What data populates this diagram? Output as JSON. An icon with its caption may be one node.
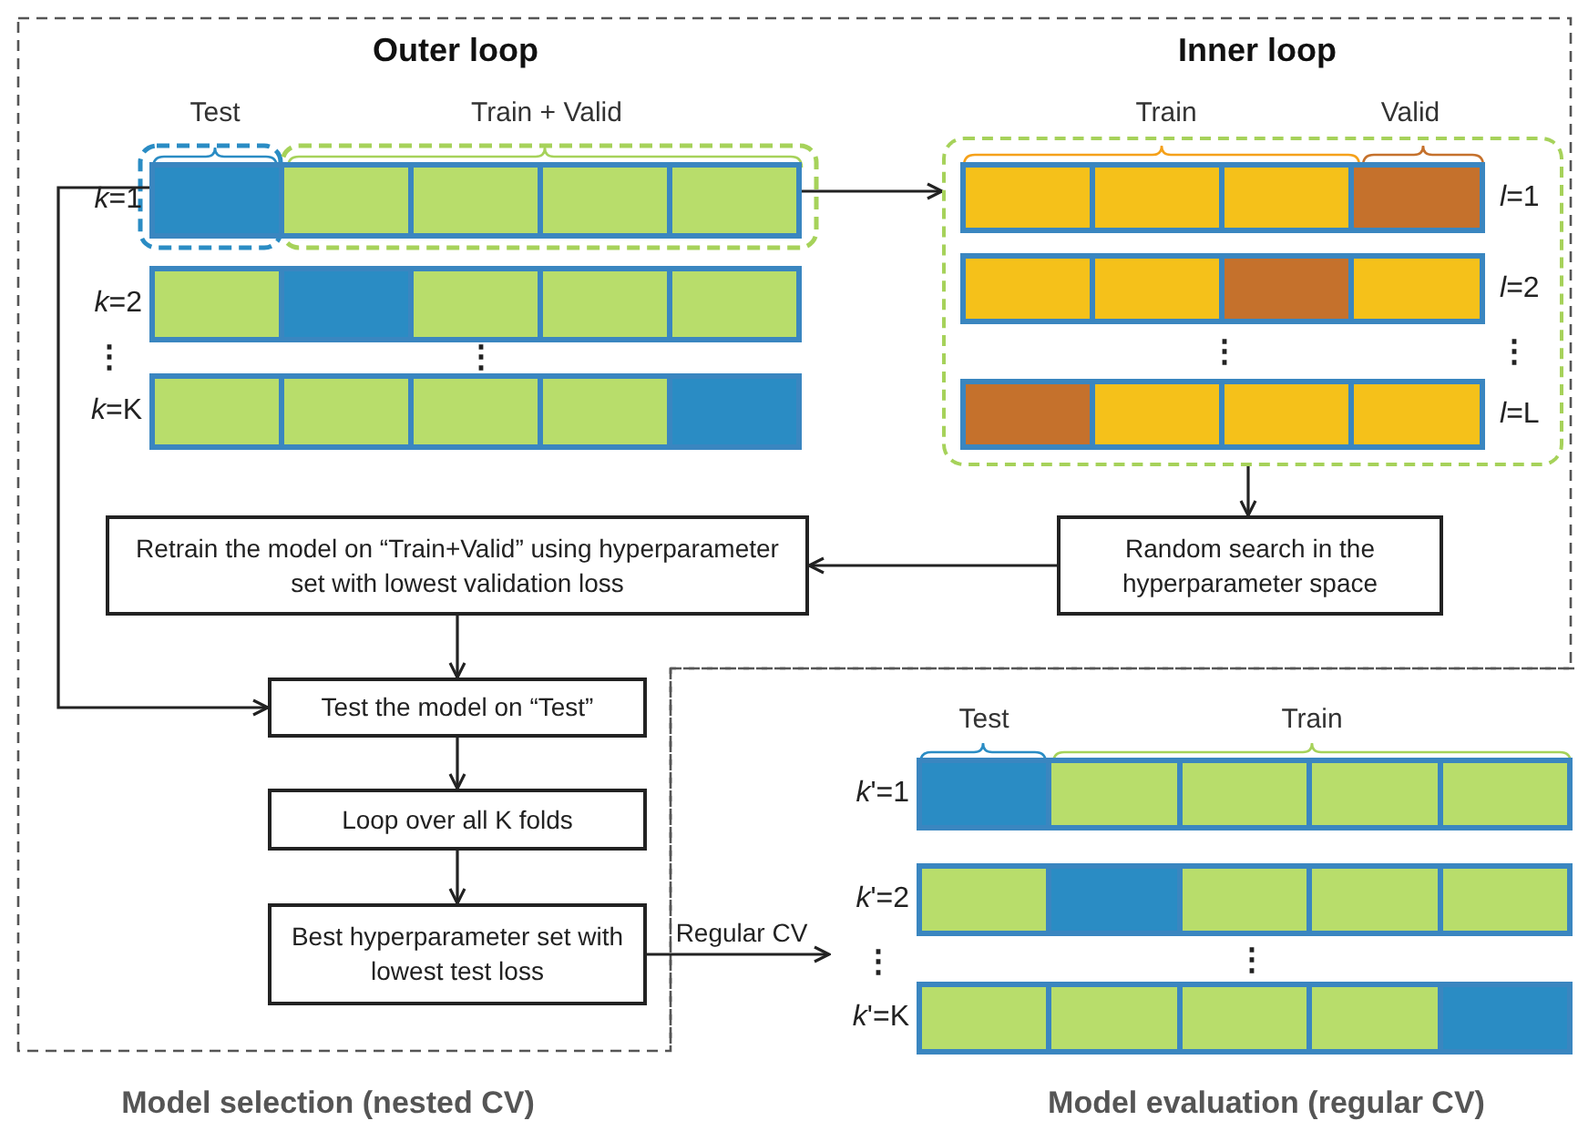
{
  "diagram": {
    "nodes": [
      {
        "text": [],
        "shape": "bar",
        "beside": [
          "*k*=1"
        ]
      },
      {
        "text": [],
        "shape": "bar",
        "beside": [
          "*k*=2"
        ]
      },
      {
        "text": [],
        "shape": "bar",
        "beside": [
          "*k*=K"
        ]
      },
      {
        "text": [],
        "shape": "box"
      },
      {
        "text": [],
        "shape": "bar",
        "in": 3,
        "beside": [
          "*l*=1"
        ]
      },
      {
        "text": [],
        "shape": "bar",
        "in": 3,
        "beside": [
          "*l*=2"
        ]
      },
      {
        "text": [],
        "shape": "bar",
        "in": 3,
        "beside": [
          "*l*=L"
        ]
      },
      {
        "text": [
          "Random search in the hyperparameter space"
        ]
      },
      {
        "text": [
          "Retrain the model on “Train+Valid” using hyperparameter set with lowest validation loss"
        ]
      },
      {
        "text": [
          "Test the model on “Test”"
        ]
      },
      {
        "text": [
          "Loop over all K folds"
        ]
      },
      {
        "text": [
          "Best hyperparameter set with lowest test loss"
        ]
      },
      {
        "text": [],
        "shape": "bar",
        "beside": [
          "*k*'=1"
        ]
      },
      {
        "text": [],
        "shape": "bar",
        "beside": [
          "*k*'=2"
        ]
      },
      {
        "text": [],
        "shape": "bar",
        "beside": [
          "*k*'=K"
        ]
      }
    ],
    "edges": [
      {
        "from": 0,
        "to": 3,
        "arrow": "to"
      },
      {
        "from": 3,
        "to": 7,
        "arrow": "to"
      },
      {
        "from": 7,
        "to": 8,
        "arrow": "to"
      },
      {
        "from": 8,
        "to": 9,
        "arrow": "to"
      },
      {
        "from": 0,
        "to": 9,
        "arrow": "to"
      },
      {
        "from": 9,
        "to": 10,
        "arrow": "to"
      },
      {
        "from": 10,
        "to": 11,
        "arrow": "to"
      },
      {
        "from": 11,
        "to": null,
        "arrow": "to",
        "label": "Regular CV"
      }
    ],
    "labels": [
      "Outer loop",
      "Inner loop",
      "Test",
      "Train + Valid",
      "Train",
      "Valid",
      "⋮",
      "⋮",
      "⋮",
      "⋮",
      "Test",
      "Train",
      "⋮",
      "⋮",
      "Model selection (nested CV)",
      "Model evaluation (regular CV)"
    ]
  }
}
